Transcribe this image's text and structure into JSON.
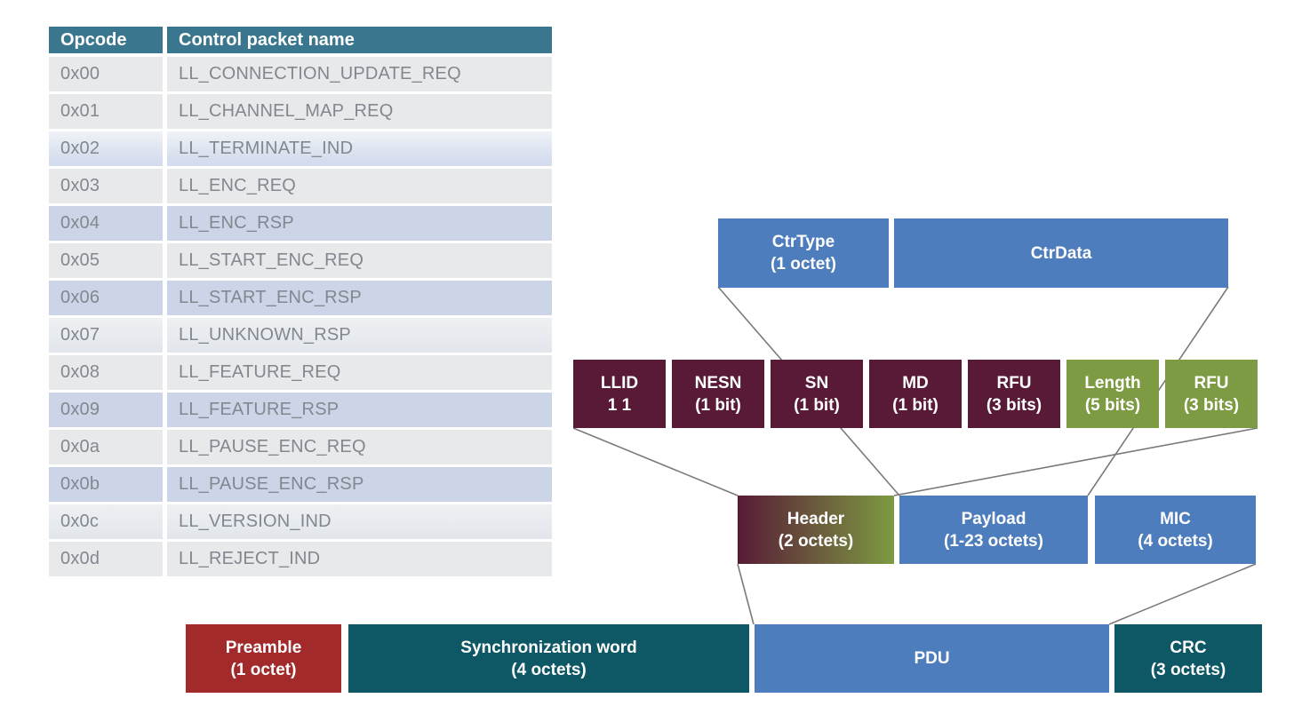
{
  "table": {
    "columns": [
      "Opcode",
      "Control packet name"
    ],
    "rows": [
      {
        "opcode": "0x00",
        "name": "LL_CONNECTION_UPDATE_REQ"
      },
      {
        "opcode": "0x01",
        "name": "LL_CHANNEL_MAP_REQ"
      },
      {
        "opcode": "0x02",
        "name": "LL_TERMINATE_IND"
      },
      {
        "opcode": "0x03",
        "name": "LL_ENC_REQ"
      },
      {
        "opcode": "0x04",
        "name": "LL_ENC_RSP"
      },
      {
        "opcode": "0x05",
        "name": "LL_START_ENC_REQ"
      },
      {
        "opcode": "0x06",
        "name": "LL_START_ENC_RSP"
      },
      {
        "opcode": "0x07",
        "name": "LL_UNKNOWN_RSP"
      },
      {
        "opcode": "0x08",
        "name": "LL_FEATURE_REQ"
      },
      {
        "opcode": "0x09",
        "name": "LL_FEATURE_RSP"
      },
      {
        "opcode": "0x0a",
        "name": "LL_PAUSE_ENC_REQ"
      },
      {
        "opcode": "0x0b",
        "name": "LL_PAUSE_ENC_RSP"
      },
      {
        "opcode": "0x0c",
        "name": "LL_VERSION_IND"
      },
      {
        "opcode": "0x0d",
        "name": "LL_REJECT_IND"
      }
    ]
  },
  "packet_diagram": {
    "control_pdu_row": [
      {
        "label": "CtrType",
        "size": "(1 octet)"
      },
      {
        "label": "CtrData",
        "size": ""
      }
    ],
    "header_bits_row": [
      {
        "label": "LLID",
        "size": "1 1"
      },
      {
        "label": "NESN",
        "size": "(1 bit)"
      },
      {
        "label": "SN",
        "size": "(1 bit)"
      },
      {
        "label": "MD",
        "size": "(1 bit)"
      },
      {
        "label": "RFU",
        "size": "(3 bits)"
      },
      {
        "label": "Length",
        "size": "(5 bits)"
      },
      {
        "label": "RFU",
        "size": "(3 bits)"
      }
    ],
    "pdu_fields_row": [
      {
        "label": "Header",
        "size": "(2 octets)"
      },
      {
        "label": "Payload",
        "size": "(1-23 octets)"
      },
      {
        "label": "MIC",
        "size": "(4 octets)"
      }
    ],
    "packet_row": [
      {
        "label": "Preamble",
        "size": "(1 octet)"
      },
      {
        "label": "Synchronization word",
        "size": "(4 octets)"
      },
      {
        "label": "PDU",
        "size": ""
      },
      {
        "label": "CRC",
        "size": "(3 octets)"
      }
    ],
    "colors": {
      "field_blue": "#4d7dbd",
      "header_maroon": "#581a37",
      "length_olive": "#7d9b42",
      "preamble_red": "#a22a2a",
      "sync_teal": "#0e5866",
      "table_header_bg": "#3a768e",
      "row_gray": "#e8e9eb",
      "row_blue": "#cbd5e7",
      "connector_line": "#7a7a7a"
    }
  }
}
